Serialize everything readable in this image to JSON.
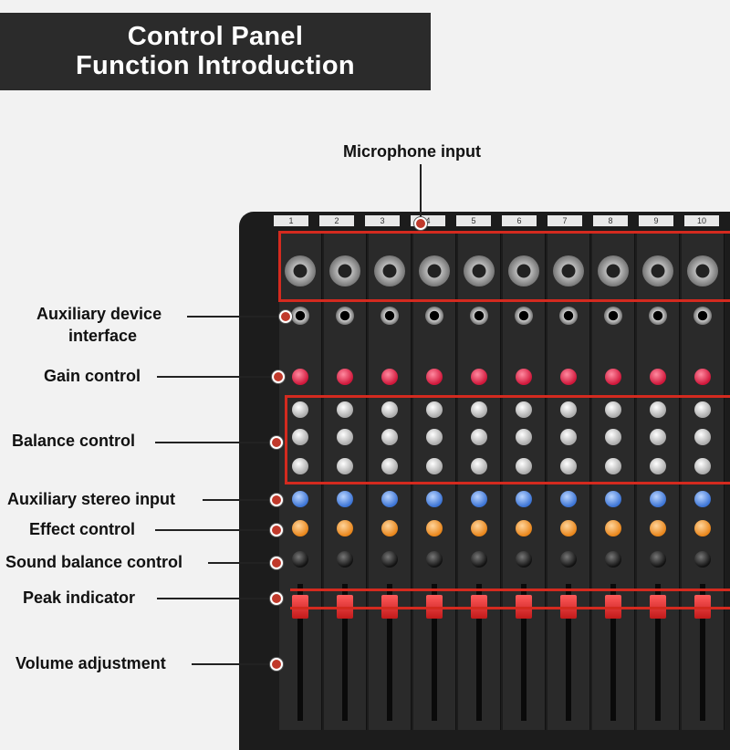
{
  "header": {
    "title_line1": "Control Panel",
    "title_line2": "Function Introduction"
  },
  "annotations": {
    "microphone_input": "Microphone input",
    "auxiliary_device_line1": "Auxiliary device",
    "auxiliary_device_line2": "interface",
    "gain_control": "Gain control",
    "balance_control": "Balance control",
    "auxiliary_stereo_input": "Auxiliary stereo input",
    "effect_control": "Effect control",
    "sound_balance_control": "Sound balance control",
    "peak_indicator": "Peak indicator",
    "volume_adjustment": "Volume adjustment"
  },
  "mixer": {
    "channel_numbers": [
      "1",
      "2",
      "3",
      "4",
      "5",
      "6",
      "7",
      "8",
      "9",
      "10"
    ],
    "accent_color": "#d42a1f"
  }
}
